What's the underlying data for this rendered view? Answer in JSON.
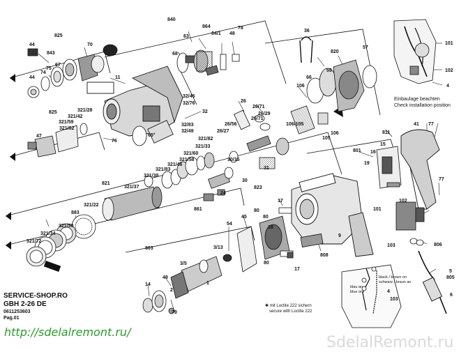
{
  "header_block": {
    "site": "SERVICE-SHOP.RO",
    "model": "GBH 2-26 DE",
    "code": "0611253603",
    "page": "Pag.01"
  },
  "watermarks": {
    "left": "http://sdelalremont.ru/",
    "right": "SdelalRemont.ru",
    "left_color": "#2e9b2e",
    "right_color": "#d9d9d9"
  },
  "notes": {
    "install_1": "Einbaulage beachten",
    "install_2": "Check installation position",
    "loctite_1": "✱ mit Loctite 222 sichern",
    "loctite_2": "secure with Loctite 222",
    "wire_bk": "black / brown on",
    "wire_sw": "schwarz / braun an",
    "wire_blau": "blau an",
    "wire_blue": "blue on"
  },
  "labels": [
    {
      "id": "l825a",
      "text": "825"
    },
    {
      "id": "l44a",
      "text": "44"
    },
    {
      "id": "l843",
      "text": "843"
    },
    {
      "id": "l70",
      "text": "70"
    },
    {
      "id": "l75",
      "text": "75"
    },
    {
      "id": "l67",
      "text": "67"
    },
    {
      "id": "l74",
      "text": "74"
    },
    {
      "id": "l44b",
      "text": "44"
    },
    {
      "id": "l11",
      "text": "11"
    },
    {
      "id": "l840",
      "text": "840"
    },
    {
      "id": "l864",
      "text": "864"
    },
    {
      "id": "l63",
      "text": "63"
    },
    {
      "id": "l64_1",
      "text": "64/1"
    },
    {
      "id": "l48",
      "text": "48"
    },
    {
      "id": "l78",
      "text": "78"
    },
    {
      "id": "l68",
      "text": "68"
    },
    {
      "id": "l36",
      "text": "36"
    },
    {
      "id": "l820",
      "text": "820"
    },
    {
      "id": "l57",
      "text": "57"
    },
    {
      "id": "l66",
      "text": "66"
    },
    {
      "id": "l55",
      "text": "55"
    },
    {
      "id": "l106a",
      "text": "106"
    },
    {
      "id": "l101",
      "text": "101"
    },
    {
      "id": "l102",
      "text": "102"
    },
    {
      "id": "l4a",
      "text": "4"
    },
    {
      "id": "l32_46",
      "text": "32/46"
    },
    {
      "id": "l32_76",
      "text": "32/76"
    },
    {
      "id": "l32",
      "text": "32"
    },
    {
      "id": "l26",
      "text": "26"
    },
    {
      "id": "l26_71a",
      "text": "26/71"
    },
    {
      "id": "l26_29",
      "text": "26/29"
    },
    {
      "id": "l26_56",
      "text": "26/56"
    },
    {
      "id": "l26_71b",
      "text": "26/71"
    },
    {
      "id": "l26_27",
      "text": "26/27"
    },
    {
      "id": "l32_83",
      "text": "32/83"
    },
    {
      "id": "l32_49",
      "text": "32/49"
    },
    {
      "id": "l106_105",
      "text": "106/105"
    },
    {
      "id": "l106b",
      "text": "106"
    },
    {
      "id": "l105",
      "text": "105"
    },
    {
      "id": "l825b",
      "text": "825"
    },
    {
      "id": "l321_28",
      "text": "321/28"
    },
    {
      "id": "l321_42",
      "text": "321/42"
    },
    {
      "id": "l321_59",
      "text": "321/59"
    },
    {
      "id": "l321_62",
      "text": "321/62"
    },
    {
      "id": "l47",
      "text": "47"
    },
    {
      "id": "l76",
      "text": "76"
    },
    {
      "id": "l65",
      "text": "65°"
    },
    {
      "id": "l321_82",
      "text": "321/82"
    },
    {
      "id": "l321_33",
      "text": "321/33"
    },
    {
      "id": "l321_60",
      "text": "321/60"
    },
    {
      "id": "l321_58",
      "text": "321/58"
    },
    {
      "id": "l321_46",
      "text": "321/46"
    },
    {
      "id": "l321_83",
      "text": "321/83"
    },
    {
      "id": "l321_38",
      "text": "321/38"
    },
    {
      "id": "l30_35",
      "text": "30/35"
    },
    {
      "id": "l31",
      "text": "31"
    },
    {
      "id": "l30",
      "text": "30"
    },
    {
      "id": "l823",
      "text": "823"
    },
    {
      "id": "l811",
      "text": "811"
    },
    {
      "id": "l41",
      "text": "41"
    },
    {
      "id": "l77a",
      "text": "77"
    },
    {
      "id": "l801",
      "text": "801"
    },
    {
      "id": "l15",
      "text": "15"
    },
    {
      "id": "l16",
      "text": "16"
    },
    {
      "id": "l19",
      "text": "19"
    },
    {
      "id": "l821",
      "text": "821"
    },
    {
      "id": "l321_37",
      "text": "321/37"
    },
    {
      "id": "l321_22",
      "text": "321/22"
    },
    {
      "id": "l24",
      "text": "24"
    },
    {
      "id": "l861",
      "text": "861"
    },
    {
      "id": "l17a",
      "text": "17"
    },
    {
      "id": "l80a",
      "text": "80"
    },
    {
      "id": "l18",
      "text": "18"
    },
    {
      "id": "l77b",
      "text": "77"
    },
    {
      "id": "l102b",
      "text": "102"
    },
    {
      "id": "l101b",
      "text": "101"
    },
    {
      "id": "l883",
      "text": "883"
    },
    {
      "id": "l321_50",
      "text": "321/50"
    },
    {
      "id": "l321_34",
      "text": "321/34"
    },
    {
      "id": "l321_72",
      "text": "321/72"
    },
    {
      "id": "l54",
      "text": "54"
    },
    {
      "id": "l45",
      "text": "45"
    },
    {
      "id": "l80b",
      "text": "80"
    },
    {
      "id": "l9",
      "text": "9"
    },
    {
      "id": "l103a",
      "text": "103"
    },
    {
      "id": "l806",
      "text": "806"
    },
    {
      "id": "l803",
      "text": "803"
    },
    {
      "id": "l3_13",
      "text": "3/13"
    },
    {
      "id": "l3_5",
      "text": "3/5"
    },
    {
      "id": "l1",
      "text": "1"
    },
    {
      "id": "l80c",
      "text": "80"
    },
    {
      "id": "l808",
      "text": "808"
    },
    {
      "id": "l17b",
      "text": "17"
    },
    {
      "id": "l49",
      "text": "49"
    },
    {
      "id": "l14",
      "text": "14"
    },
    {
      "id": "l2",
      "text": "2"
    },
    {
      "id": "l79",
      "text": "79"
    },
    {
      "id": "l5",
      "text": "5"
    },
    {
      "id": "l805",
      "text": "805"
    },
    {
      "id": "l6",
      "text": "6"
    },
    {
      "id": "l4b",
      "text": "4"
    },
    {
      "id": "l103b",
      "text": "103"
    }
  ]
}
